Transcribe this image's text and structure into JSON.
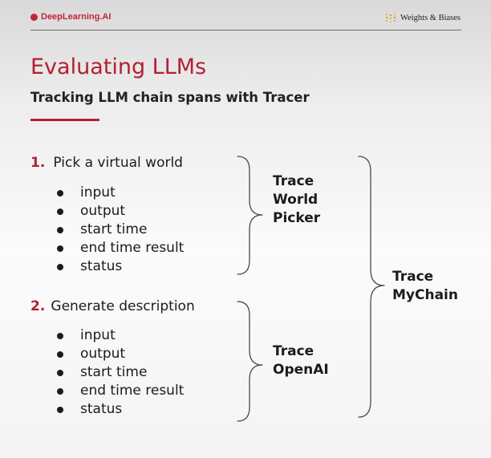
{
  "header": {
    "left_brand": "DeepLearning.AI",
    "right_brand": "Weights & Biases"
  },
  "title": "Evaluating LLMs",
  "subtitle": "Tracking LLM chain spans with Tracer",
  "steps": [
    {
      "number": "1.",
      "label": "Pick a virtual world",
      "bullets": [
        "input",
        "output",
        "start time",
        "end time result",
        "status"
      ]
    },
    {
      "number": "2.",
      "label": "Generate description",
      "bullets": [
        "input",
        "output",
        "start time",
        "end time result",
        "status"
      ]
    }
  ],
  "brackets": {
    "trace_world_picker": "Trace\nWorld\nPicker",
    "trace_openai": "Trace\nOpenAI",
    "trace_mychain": "Trace\nMyChain"
  },
  "colors": {
    "accent": "#b51e32",
    "text": "#1b1b1b"
  }
}
